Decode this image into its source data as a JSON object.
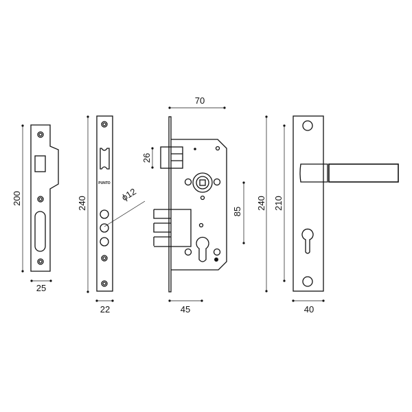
{
  "dimensions": {
    "strike_height": "200",
    "strike_width": "25",
    "faceplate_height": "240",
    "faceplate_width": "22",
    "hole_diameter": "ϕ12",
    "backset_width": "70",
    "latch_height": "26",
    "center_distance": "85",
    "backset": "45",
    "handle_plate_height": "240",
    "handle_screw_distance": "210",
    "handle_plate_width": "40"
  },
  "logo_text": "PUNTO",
  "colors": {
    "line": "#111111",
    "background": "#ffffff"
  }
}
